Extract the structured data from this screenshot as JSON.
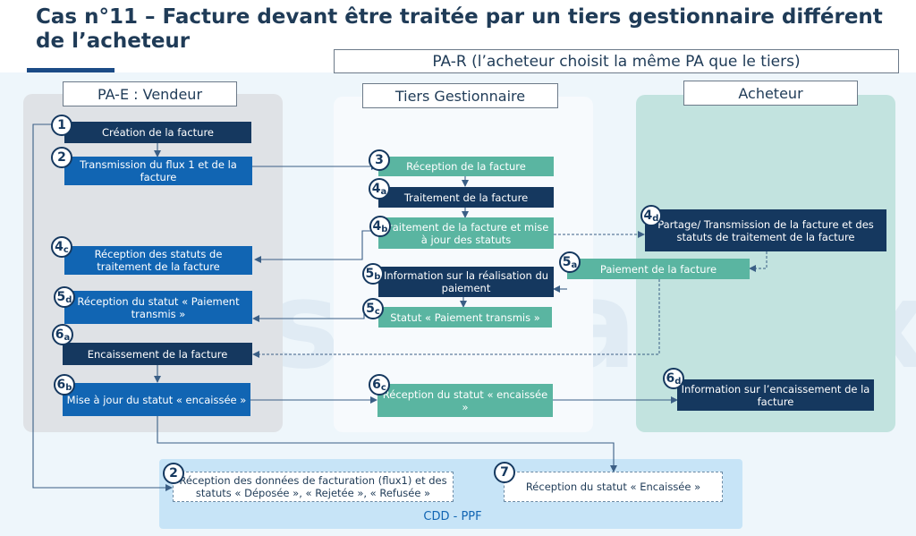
{
  "title": "Cas n°11 – Facture devant être traitée par un tiers gestionnaire différent de l’acheteur",
  "watermark": "svmatrax",
  "par_header": "PA-R (l’acheteur choisit la même PA que le tiers)",
  "columns": {
    "vendeur": "PA-E : Vendeur",
    "tiers": "Tiers Gestionnaire",
    "acheteur": "Acheteur"
  },
  "steps": {
    "s1": "Création de la facture",
    "s2": "Transmission du flux 1 et de la facture",
    "s3": "Réception  de la facture",
    "s4a": "Traitement de la facture",
    "s4b": "Traitement de la facture et mise à jour des statuts",
    "s4c": "Réception des statuts de traitement de la facture",
    "s4d": "Partage/ Transmission de la facture et des statuts de traitement de la facture",
    "s5a": "Paiement de la facture",
    "s5b": "Information sur la réalisation du paiement",
    "s5c": "Statut « Paiement transmis »",
    "s5d": "Réception du statut « Paiement transmis »",
    "s6a": "Encaissement de la facture",
    "s6b": "Mise à jour du statut « encaissée »",
    "s6c": "Réception du statut « encaissée »",
    "s6d": "Information sur l’encaissement de la facture",
    "cdd2": "Réception des données de facturation (flux1) et des statuts « Déposée », « Rejetée », « Refusée »",
    "cdd7": "Réception du statut « Encaissée »"
  },
  "cdd_label": "CDD - PPF",
  "badges": {
    "b1": "1",
    "b2": "2",
    "b3": "3",
    "b4a": "4",
    "b4a_s": "a",
    "b4b": "4",
    "b4b_s": "b",
    "b4c": "4",
    "b4c_s": "c",
    "b4d": "4",
    "b4d_s": "d",
    "b5a": "5",
    "b5a_s": "a",
    "b5b": "5",
    "b5b_s": "b",
    "b5c": "5",
    "b5c_s": "c",
    "b5d": "5",
    "b5d_s": "d",
    "b6a": "6",
    "b6a_s": "a",
    "b6b": "6",
    "b6b_s": "b",
    "b6c": "6",
    "b6c_s": "c",
    "b6d": "6",
    "b6d_s": "d",
    "bcdd2": "2",
    "bcdd7": "7"
  },
  "colors": {
    "navy": "#15385f",
    "blue": "#1165b3",
    "teal": "#5ab5a1",
    "vendeur_bg": "#dfe2e6",
    "acheteur_bg": "#c2e3df",
    "cdd_bg": "#c7e4f7"
  }
}
